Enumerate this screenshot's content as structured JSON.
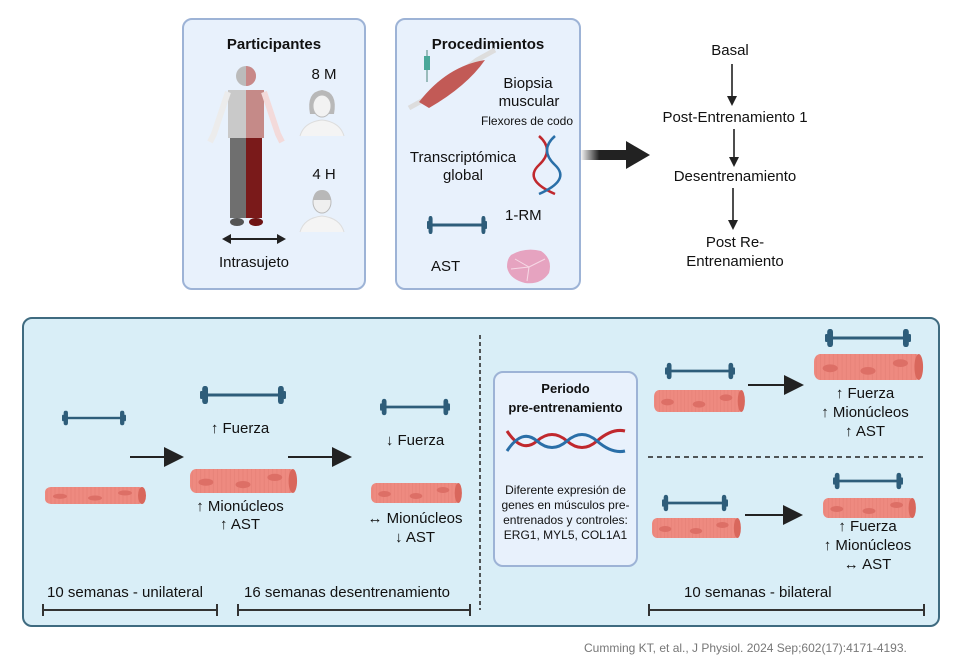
{
  "participants": {
    "title": "Participantes",
    "women_count": "8 M",
    "men_count": "4 H",
    "design_label": "Intrasujeto",
    "icons": [
      "split-body-figure-icon",
      "woman-face-icon",
      "man-face-icon",
      "double-arrow-icon"
    ]
  },
  "procedures": {
    "title": "Procedimientos",
    "items": [
      {
        "label_line1": "Biopsia",
        "label_line2": "muscular",
        "sublabel": "Flexores de codo",
        "icon": "muscle-biopsy-icon"
      },
      {
        "label_line1": "Transcriptómica",
        "label_line2": "global",
        "icon": "dna-icon"
      },
      {
        "label": "1-RM",
        "icon": "barbell-icon"
      },
      {
        "label": "AST",
        "icon": "muscle-cross-section-icon"
      }
    ]
  },
  "timeline": {
    "steps": [
      "Basal",
      "Post-Entrenamiento 1",
      "Desentrenamiento",
      "Post Re-",
      "Entrenamiento"
    ]
  },
  "phase1": {
    "training_result": "↑ Fuerza",
    "training_fiber_line1": "↑ Mionúcleos",
    "training_fiber_line2": "↑ AST",
    "detraining_result": "↓ Fuerza",
    "detraining_fiber_line1": "↔ Mionúcleos",
    "detraining_fiber_line2": "↓ AST",
    "duration_training": "10 semanas - unilateral",
    "duration_detraining": "16 semanas desentrenamiento"
  },
  "pretraining_box": {
    "title_line1": "Periodo",
    "title_line2": "pre-entrenamiento",
    "desc_lines": [
      "Diferente expresión de",
      "genes en músculos pre-",
      "entrenados y controles:",
      "ERG1, MYL5, COL1A1"
    ]
  },
  "retraining": {
    "top_result": [
      "↑ Fuerza",
      "↑ Mionúcleos",
      "↑ AST"
    ],
    "bottom_result": [
      "↑ Fuerza",
      "↑ Mionúcleos",
      "↔ AST"
    ],
    "duration": "10 semanas - bilateral"
  },
  "citation": "Cumming KT, et al., J Physiol. 2024 Sep;602(17):4171-4193.",
  "colors": {
    "panel_fill": "#e8f1fc",
    "panel_border": "#9db3d6",
    "bottom_fill": "#d9eef7",
    "bottom_border": "#3f6b80",
    "barbell": "#2e5d7a",
    "fiber": "#ee8a80",
    "fiber_dark": "#d9675c"
  }
}
